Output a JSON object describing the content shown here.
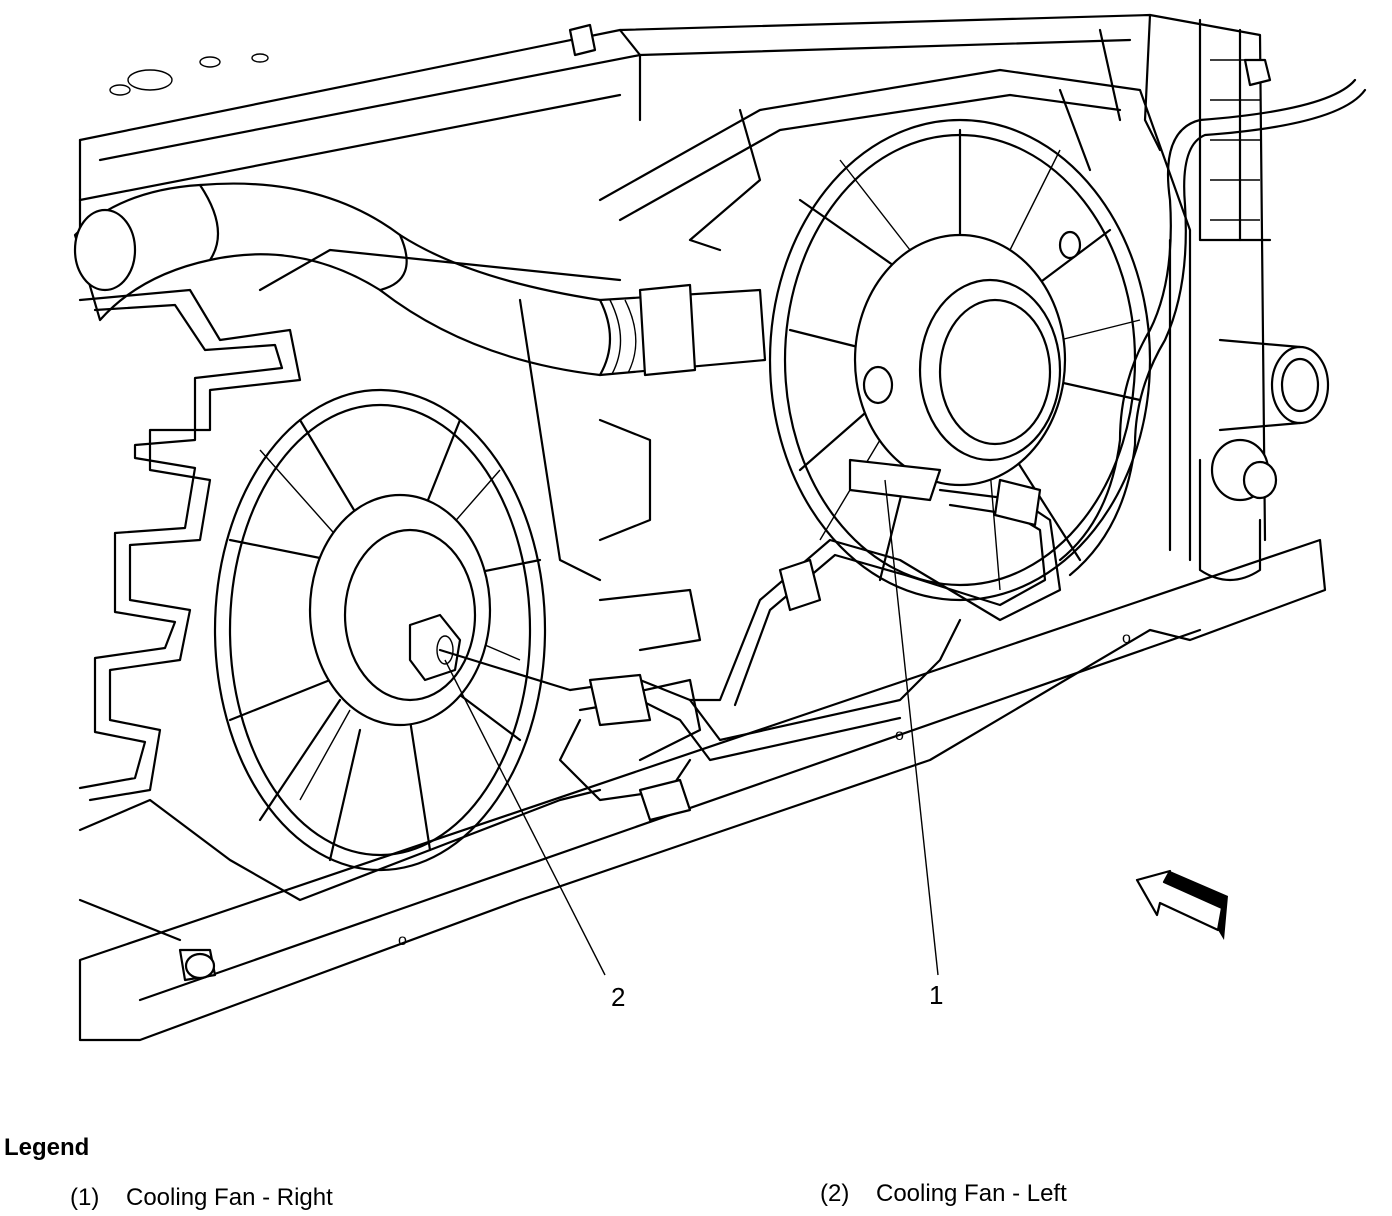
{
  "diagram": {
    "callouts": [
      {
        "id": 1,
        "label": "1"
      },
      {
        "id": 2,
        "label": "2"
      }
    ],
    "view_arrow_icon": "front-view-arrow-icon"
  },
  "legend": {
    "title": "Legend",
    "items": [
      {
        "num": "(1)",
        "text": "Cooling Fan - Right"
      },
      {
        "num": "(2)",
        "text": "Cooling Fan - Left"
      }
    ]
  }
}
